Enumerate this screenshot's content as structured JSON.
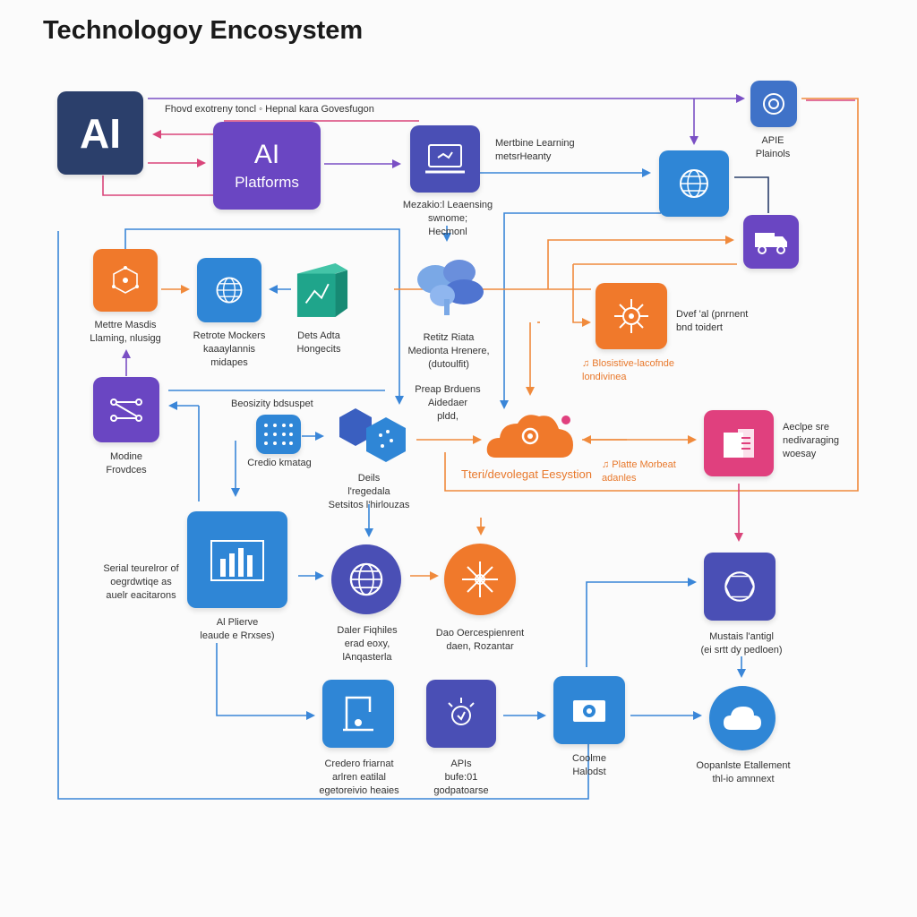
{
  "title": "Technologoy Encosystem",
  "colors": {
    "navy": "#2b3f6b",
    "purple": "#6a46c2",
    "blue": "#2f86d6",
    "orange": "#f0792b",
    "pink": "#e0407e",
    "indigo": "#4a4fb5",
    "line_blue": "#3a86d8",
    "line_purple": "#7a4fc4",
    "line_pink": "#d9457a",
    "line_orange": "#f08a3c"
  },
  "nodes": {
    "ai_tile": {
      "text": "AI"
    },
    "ai_platforms": {
      "top": "AI",
      "bottom": "Platforms"
    },
    "apie": {
      "icon": "target-icon"
    },
    "ml_monitor": {
      "icon": "laptop-icon"
    },
    "globe_top": {
      "icon": "globe-icon"
    },
    "truck": {
      "icon": "truck-icon"
    },
    "orange_hub": {
      "icon": "hub-icon"
    },
    "metre_masdis": {
      "icon": "network-icon"
    },
    "remote_globe": {
      "icon": "globe-icon"
    },
    "data_cube": {
      "icon": "cube-icon"
    },
    "brain": {
      "icon": "brain-icon"
    },
    "module_tile": {
      "icon": "node-graph-icon"
    },
    "ecosystem_panel": {
      "icon": "dot-grid-icon"
    },
    "hex_pair": {
      "icon": "hexagon-icon"
    },
    "central_cloud": {
      "icon": "cloud-gear-icon"
    },
    "pink_tile": {
      "icon": "document-icon"
    },
    "chart_tile": {
      "icon": "bar-chart-icon"
    },
    "globe_mid": {
      "icon": "globe-icon"
    },
    "orange_circle": {
      "icon": "snowflake-icon"
    },
    "globe_right": {
      "icon": "globe-icon"
    },
    "door_tile": {
      "icon": "door-icon"
    },
    "apis_tile": {
      "icon": "atom-icon"
    },
    "camera_tile": {
      "icon": "camera-icon"
    },
    "final_cloud": {
      "icon": "cloud-icon"
    }
  },
  "labels": {
    "top_line": "Fhovd exotreny toncl  ◦  Hepnal kara Govesfugon",
    "ml_learning": "Mertbine Learning\nmetsrHeanty",
    "apie": "APIE\nPlainols",
    "mezakio": "Mezakio:l Leaensing\nswnome;\nHecmonl",
    "metre_masdis": "Mettre Masdis\nLlaming, nlusigg",
    "remote": "Retrote Mockers\nkaaaylannis\nmidapes",
    "data": "Dets Adta\nHongecits",
    "retiz": "Retitz Riata\nMedionta Hrenere,\n(dutoulfit)",
    "dvef": "Dvef 'al (pnrnent\nbnd toidert",
    "diosistive": "♫ Blosistive-lacofnde\nlondivinea",
    "ecosizity": "Beosizity bdsuspet",
    "preap": "Preap Brduens\nAidedaer\npldd,",
    "acep": "Aeclpe sre\nnedivaraging\nwoesay",
    "module": "Modine\nFrovdces",
    "credo": "Credio kmatag",
    "deils": "Deils\nl'regedala\nSetsitos l'hirlouzas",
    "teridevolegat": "Tteri/devolegat Eesystion",
    "platte": "♫ Platte Morbeat\nadanles",
    "serial": "Serial teurelror of\noegrdwtiqe as\nauelr eacitarons",
    "ai_pherve": "Al Plierve\nleaude e Rrxses)",
    "daler": "Daler Fiqhiles\nerad eoxy,\nlAnqasterla",
    "dao": "Dao Oercespienrent\ndaen, Rozantar",
    "mustais": "Mustais l'antigl\n(ei srtt dy pedloen)",
    "credero": "Credero friarnat\narlren eatilal\negetoreivio heaies",
    "apis": "APIs\nbufe:01\ngodpatoarse",
    "coolme": "Coolme\nHalodst",
    "oopanlste": "Oopanlste Etallement\nthl-io amnnext"
  }
}
